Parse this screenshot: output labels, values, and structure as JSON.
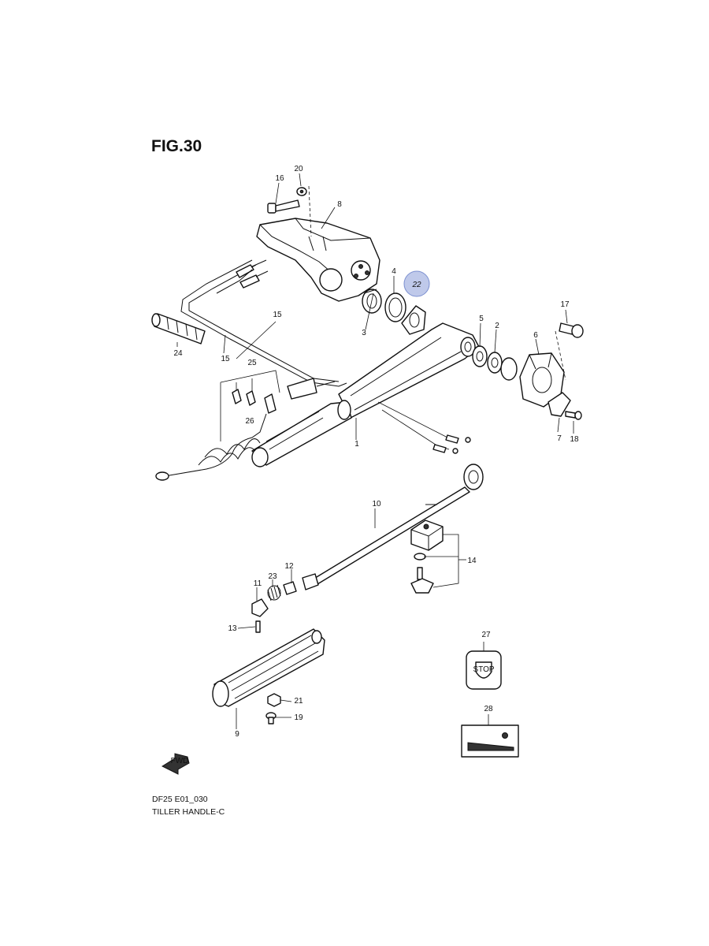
{
  "figure": {
    "title": "FIG.30",
    "code": "DF25 E01_030",
    "name": "TILLER HANDLE-C"
  },
  "callouts": {
    "c1": "1",
    "c2": "2",
    "c3": "3",
    "c4": "4",
    "c5": "5",
    "c6": "6",
    "c7": "7",
    "c8": "8",
    "c9": "9",
    "c10": "10",
    "c11": "11",
    "c12": "12",
    "c13": "13",
    "c14": "14",
    "c15a": "15",
    "c15b": "15",
    "c16": "16",
    "c17": "17",
    "c18": "18",
    "c19": "19",
    "c20": "20",
    "c21": "21",
    "c22": "22",
    "c23": "23",
    "c24": "24",
    "c25": "25",
    "c26": "26",
    "c27": "27",
    "c28": "28"
  },
  "fwd_label": "FWD",
  "label_27_text": "STOP",
  "highlight_color": "#8a9cd8"
}
